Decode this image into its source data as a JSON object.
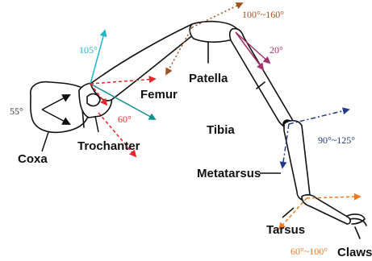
{
  "colors": {
    "outline": "#111111",
    "cyan": "#1fb5c9",
    "teal": "#0f8f8f",
    "red": "#e8252a",
    "brown": "#a0501e",
    "magenta": "#a3306a",
    "navy": "#1f3a8a",
    "orange": "#f07a22",
    "coxa_angle_text": "#333333"
  },
  "segments": {
    "coxa": "Coxa",
    "trochanter": "Trochanter",
    "femur": "Femur",
    "patella": "Patella",
    "tibia": "Tibia",
    "metatarsus": "Metatarsus",
    "tarsus": "Tarsus",
    "claws": "Claws"
  },
  "angles": {
    "coxa": "55°",
    "trochanter_up": "105°",
    "trochanter_down": "60°",
    "femur_patella": "100°~160°",
    "patella_tibia": "20°",
    "tibia_metatarsus": "90°~125°",
    "tarsus": "60°~100°"
  }
}
